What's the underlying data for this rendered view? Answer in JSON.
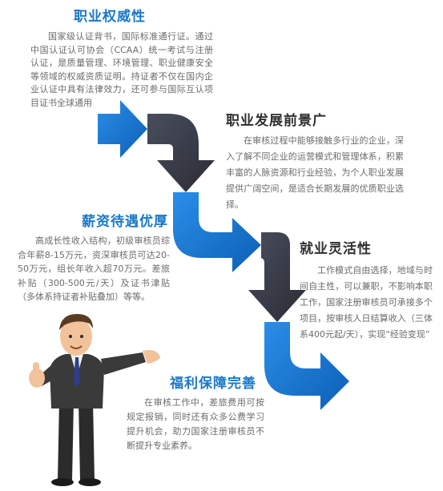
{
  "sections": [
    {
      "title": "职业权威性",
      "body": "国家级认证背书，国际标准通行证。通过中国认证认可协会（CCAA）统一考试与注册认证，是质量管理、环境管理、职业健康安全等领域的权威资质证明。持证者不仅在国内企业认证中具有法律效力，还可参与国际互认项目证书全球通用"
    },
    {
      "title": "职业发展前景广",
      "body": "在审核过程中能够接触多行业的企业，深入了解不同企业的运营模式和管理体系，积累丰富的人脉资源和行业经验，为个人职业发展提供广阔空间，是适合长期发展的优质职业选择。"
    },
    {
      "title": "薪资待遇优厚",
      "body": "高成长性收入结构，初级审核员综合年薪8-15万元，资深审核员可达20-50万元，组长年收入超70万元。差旅补贴（300-500元/天）及证书津贴（多体系持证者补贴叠加）等等。"
    },
    {
      "title": "就业灵活性",
      "body": "工作模式自由选择，地域与时间自主性，可以兼职，不影响本职工作，国家注册审核员可承接多个项目，按审核人日结算收入（三体系400元起/天），实现“经验变现”"
    },
    {
      "title": "福利保障完善",
      "body": "在审核工作中，差旅费用可按规定报销，同时还有众多公费学习提升机会，助力国家注册审核员不断提升专业素养。"
    }
  ],
  "colors": {
    "blue": "#1b78c8",
    "dark": "#3a3d4a",
    "text": "#6b6b6b"
  },
  "icons": {
    "flow": "zigzag-arrow-icon",
    "person": "businessman-thumbs-up-icon"
  }
}
